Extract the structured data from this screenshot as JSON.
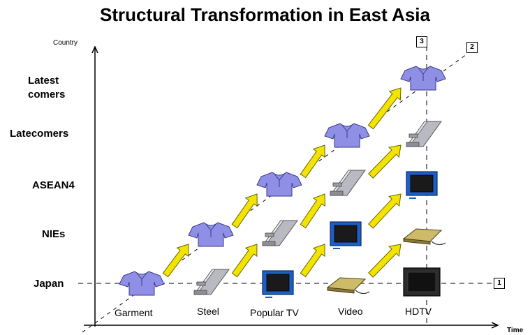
{
  "title": "Structural Transformation in East Asia",
  "axes": {
    "y_label": "Country",
    "x_label": "Time"
  },
  "countries": [
    "Japan",
    "NIEs",
    "ASEAN4",
    "Latecomers",
    "Latest comers"
  ],
  "industries": [
    "Garment",
    "Steel",
    "Popular TV",
    "Video",
    "HDTV"
  ],
  "markers": {
    "japan_line": "1",
    "diagonal": "2",
    "vertical_line": "3"
  },
  "colors": {
    "shirt": "#8f8fe6",
    "arrow": "#f2e400",
    "arrow_outline": "#6b6400",
    "tv_blue": "#1f5fc4",
    "steel": "#b9b9c2"
  },
  "icons": {
    "Garment": "shirt-icon",
    "Steel": "steel-beam-icon",
    "Popular TV": "tv-icon",
    "Video": "vcr-icon",
    "HDTV": "hdtv-icon"
  }
}
